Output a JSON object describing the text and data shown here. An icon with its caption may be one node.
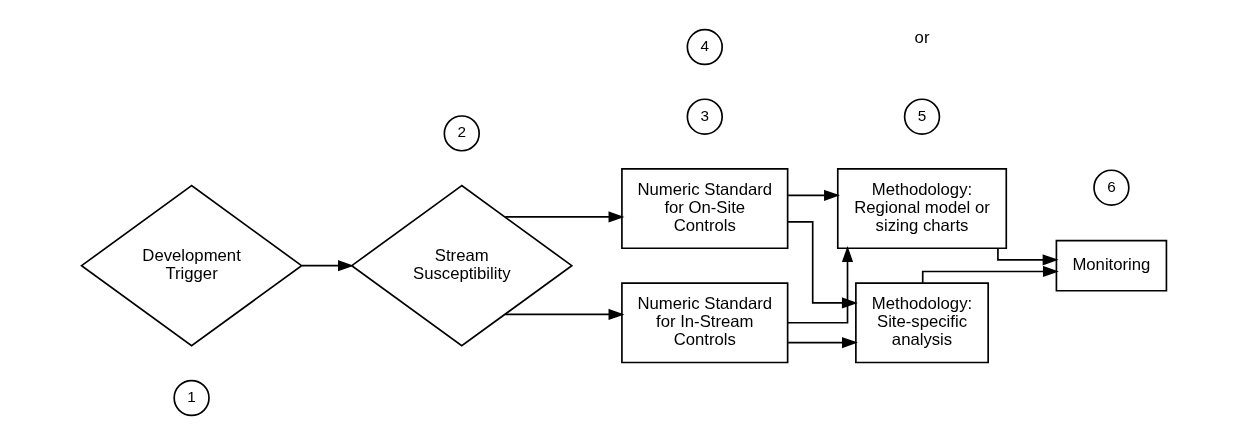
{
  "diagram": {
    "nodes": [
      {
        "text": [
          "1"
        ]
      },
      {
        "text": [
          "Development Trigger"
        ]
      },
      {
        "text": [
          "2"
        ]
      },
      {
        "text": [
          "Stream Susceptibility"
        ]
      },
      {
        "text": [
          "3"
        ]
      },
      {
        "text": [
          "Numeric Standard for On-Site Controls"
        ]
      },
      {
        "text": [
          "Numeric Standard for In-Stream Controls"
        ]
      },
      {
        "text": [
          "4"
        ]
      },
      {
        "text": [
          "5"
        ]
      },
      {
        "text": [
          "Methodology: Regional model or sizing charts"
        ]
      },
      {
        "text": [
          "Methodology: Site-specific analysis"
        ]
      },
      {
        "text": [
          "6"
        ]
      },
      {
        "text": [
          "Monitoring"
        ]
      }
    ],
    "edges": [
      {
        "from": 1,
        "to": 3,
        "arrow": "to"
      },
      {
        "from": 3,
        "to": 5,
        "arrow": "to"
      },
      {
        "from": 3,
        "to": 6,
        "arrow": "to"
      },
      {
        "from": 5,
        "to": 9,
        "arrow": "to"
      },
      {
        "from": 5,
        "to": 10,
        "arrow": "to"
      },
      {
        "from": 6,
        "to": 9,
        "arrow": "to"
      },
      {
        "from": 6,
        "to": 10,
        "arrow": "to"
      },
      {
        "from": 9,
        "to": 12,
        "arrow": "to"
      },
      {
        "from": 10,
        "to": 12,
        "arrow": "to"
      }
    ],
    "labels": [
      "or"
    ]
  }
}
